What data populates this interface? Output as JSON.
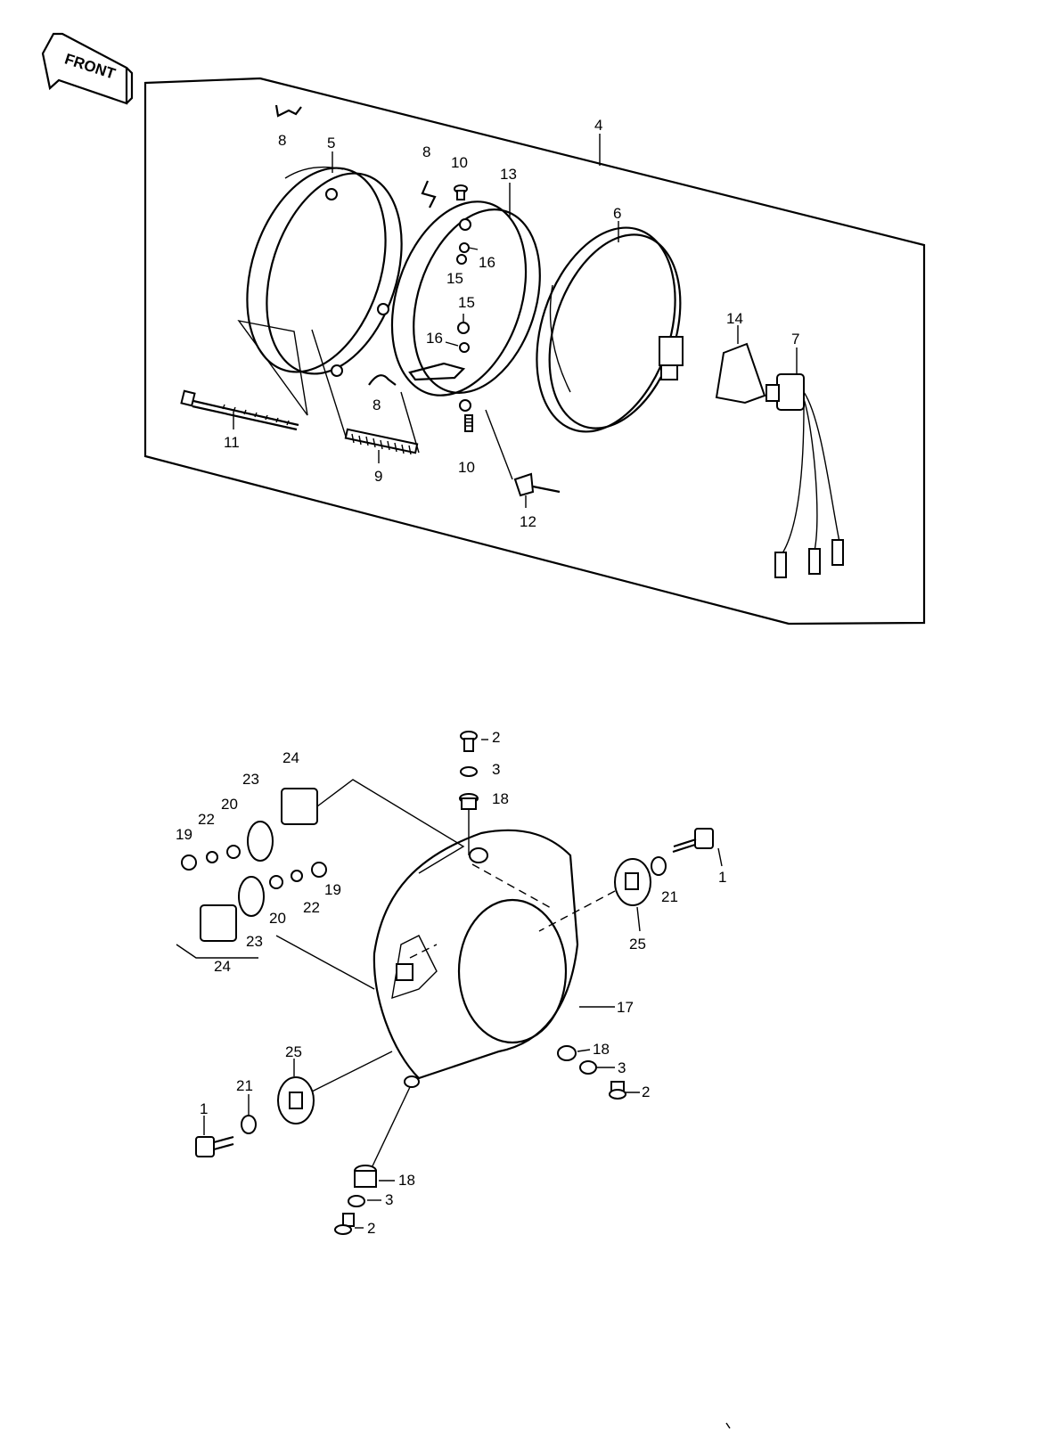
{
  "badge": {
    "text": "FRONT"
  },
  "labels": {
    "l1a": "1",
    "l1b": "1",
    "l2a": "2",
    "l2b": "2",
    "l2c": "2",
    "l3a": "3",
    "l3b": "3",
    "l3c": "3",
    "l4": "4",
    "l5": "5",
    "l6": "6",
    "l7": "7",
    "l8a": "8",
    "l8b": "8",
    "l8c": "8",
    "l9": "9",
    "l10a": "10",
    "l10b": "10",
    "l11": "11",
    "l12": "12",
    "l13": "13",
    "l14": "14",
    "l15a": "15",
    "l15b": "15",
    "l16a": "16",
    "l16b": "16",
    "l17": "17",
    "l18a": "18",
    "l18b": "18",
    "l18c": "18",
    "l19a": "19",
    "l19b": "19",
    "l20a": "20",
    "l20b": "20",
    "l21a": "21",
    "l21b": "21",
    "l22a": "22",
    "l22b": "22",
    "l23a": "23",
    "l23b": "23",
    "l24a": "24",
    "l24b": "24",
    "l25a": "25",
    "l25b": "25"
  }
}
